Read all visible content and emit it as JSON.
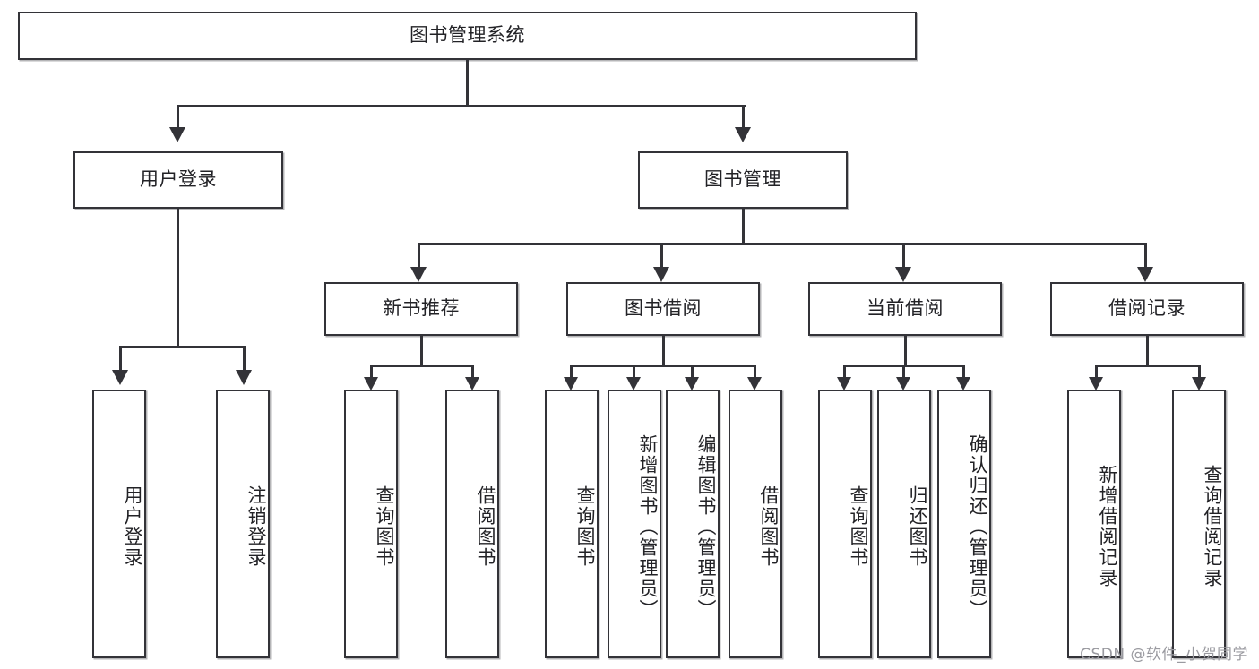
{
  "diagram": {
    "type": "tree-hierarchy",
    "title": "图书管理系统",
    "root": {
      "label": "图书管理系统"
    },
    "level2": [
      {
        "label": "用户登录"
      },
      {
        "label": "图书管理"
      }
    ],
    "level3": [
      {
        "label": "新书推荐"
      },
      {
        "label": "图书借阅"
      },
      {
        "label": "当前借阅"
      },
      {
        "label": "借阅记录"
      }
    ],
    "leaves_user_login": [
      {
        "label": "用户登录"
      },
      {
        "label": "注销登录"
      }
    ],
    "leaves_new_book": [
      {
        "label": "查询图书"
      },
      {
        "label": "借阅图书"
      }
    ],
    "leaves_book_borrow": [
      {
        "label": "查询图书"
      },
      {
        "label": "新增图书（管理员）"
      },
      {
        "label": "编辑图书（管理员）"
      },
      {
        "label": "借阅图书"
      }
    ],
    "leaves_current_borrow": [
      {
        "label": "查询图书"
      },
      {
        "label": "归还图书"
      },
      {
        "label": "确认归还（管理员）"
      }
    ],
    "leaves_borrow_record": [
      {
        "label": "新增借阅记录"
      },
      {
        "label": "查询借阅记录"
      }
    ]
  },
  "watermark": {
    "text": "CSDN @软件_小贺同学"
  },
  "colors": {
    "box_border": "#333338",
    "box_fill": "#ffffff",
    "connector": "#333338",
    "text": "#222226",
    "watermark": "#9a9aa0"
  }
}
